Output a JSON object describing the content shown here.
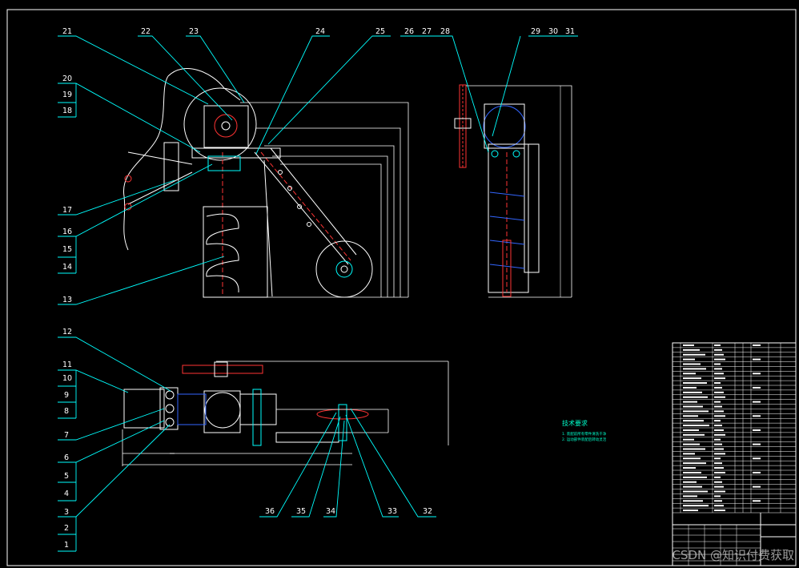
{
  "top_callouts": [
    "21",
    "22",
    "23",
    "24",
    "25",
    "26",
    "27",
    "28",
    "29",
    "30",
    "31"
  ],
  "left_top_callouts": [
    "20",
    "19",
    "18",
    "17",
    "16",
    "15",
    "14",
    "13"
  ],
  "left_bottom_callouts": [
    "12",
    "11",
    "10",
    "9",
    "8",
    "7",
    "6",
    "5",
    "4",
    "3",
    "2",
    "1"
  ],
  "bottom_callouts": [
    "36",
    "35",
    "34",
    "33",
    "32"
  ],
  "tech_note": {
    "title": "技术要求",
    "lines": [
      "1. 装配前所有零件清洗干净",
      "2. 运动部件装配后转动灵活"
    ]
  },
  "watermark": "CSDN @知识付费获取"
}
